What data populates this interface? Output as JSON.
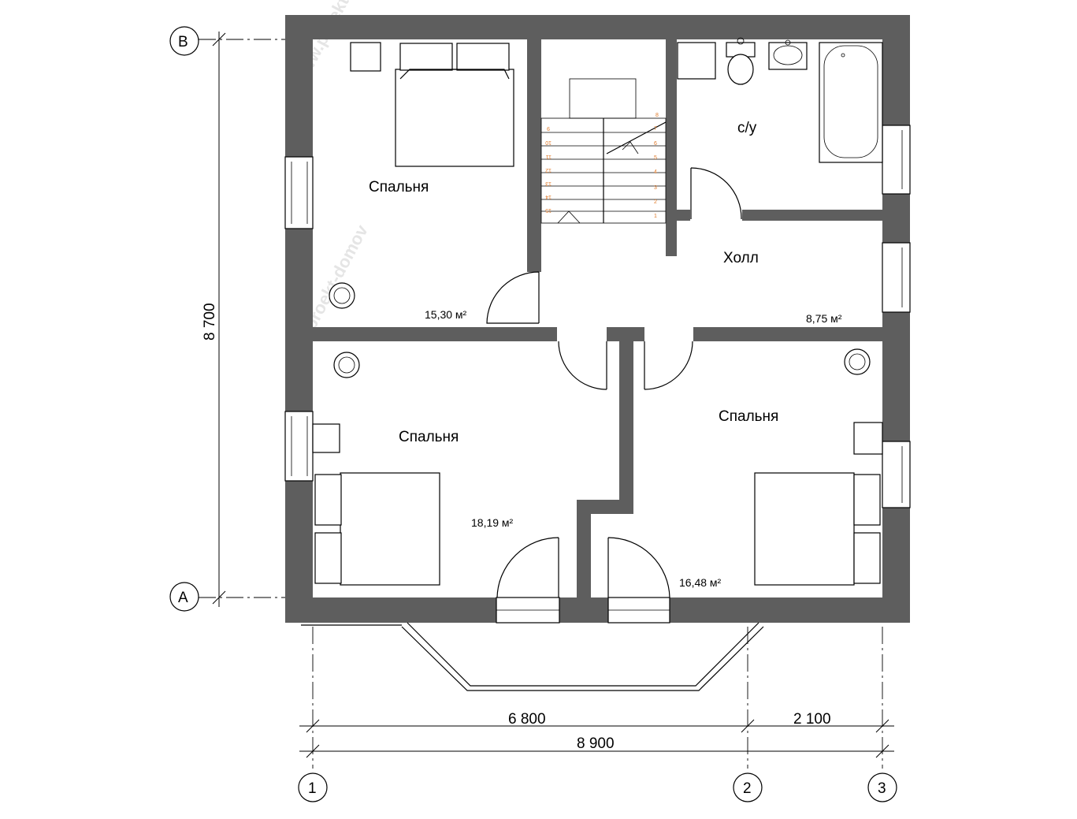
{
  "rooms": {
    "bedroom_top_left": {
      "name": "Спальня",
      "area": "15,30 м²"
    },
    "bathroom": {
      "name": "с/у"
    },
    "hall": {
      "name": "Холл",
      "area": "8,75 м²"
    },
    "bedroom_bottom_left": {
      "name": "Спальня",
      "area": "18,19 м²"
    },
    "bedroom_bottom_right": {
      "name": "Спальня",
      "area": "16,48 м²"
    }
  },
  "dimensions": {
    "vertical_total": "8 700",
    "span_1_2": "6 800",
    "span_2_3": "2 100",
    "total_width": "8 900"
  },
  "axes": {
    "rows": [
      "В",
      "А"
    ],
    "columns": [
      "1",
      "2",
      "3"
    ]
  },
  "stairs": {
    "right_steps": [
      "8",
      "7",
      "6",
      "5",
      "4",
      "3",
      "2",
      "1"
    ],
    "left_steps": [
      "9",
      "10",
      "11",
      "12",
      "13",
      "14",
      "15"
    ]
  },
  "watermark": "www.proekt-domov"
}
